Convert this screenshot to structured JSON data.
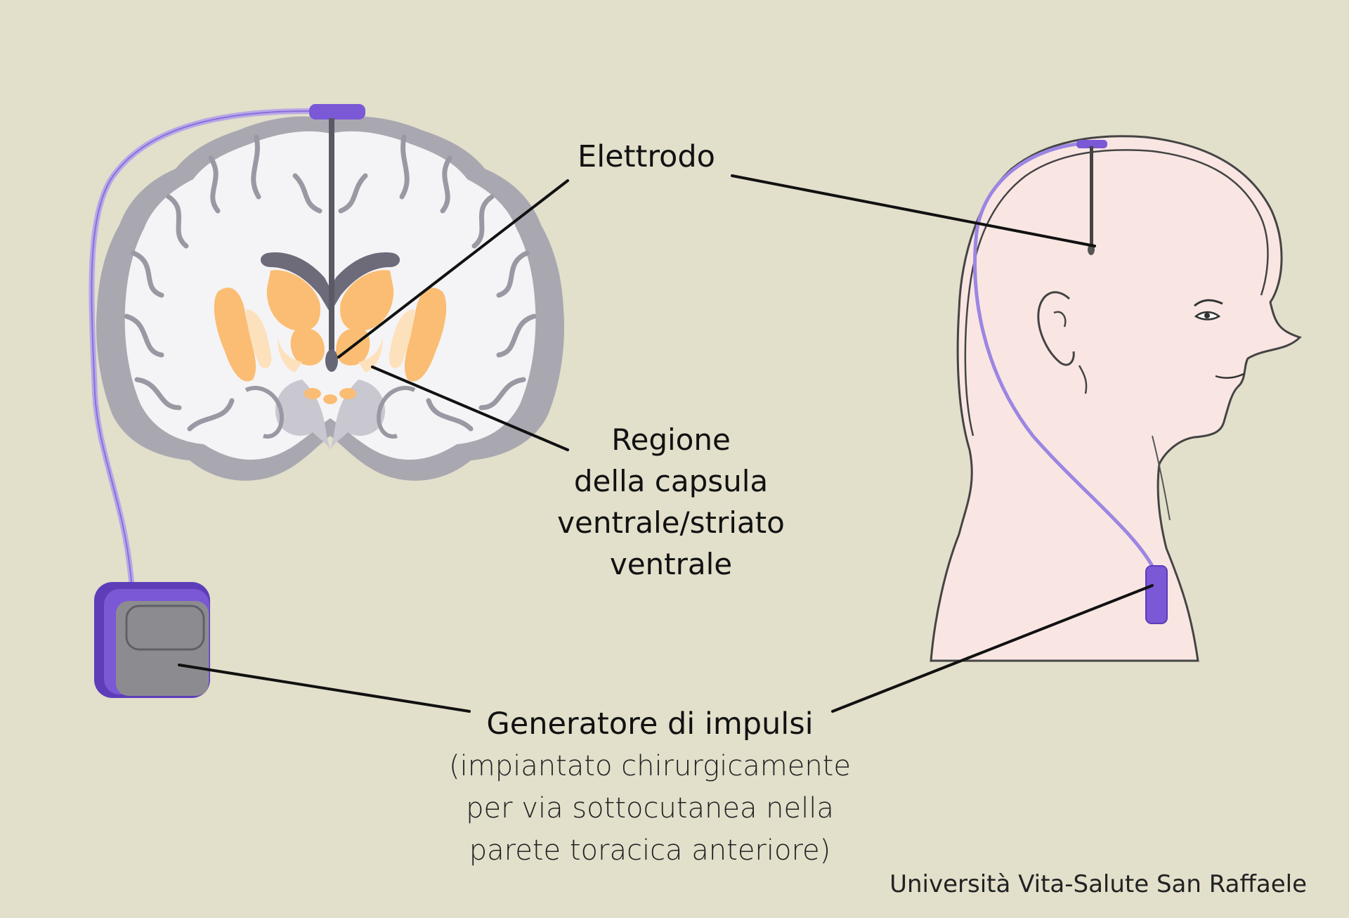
{
  "labels": {
    "electrode": "Elettrodo",
    "region": [
      "Regione",
      "della capsula",
      "ventrale/striato",
      "ventrale"
    ],
    "generator_title": "Generatore di impulsi",
    "generator_desc": [
      "(impiantato chirurgicamente",
      "per via sottocutanea nella",
      "parete toracica anteriore)"
    ]
  },
  "credit": "Università Vita-Salute San Raffaele",
  "colors": {
    "background": "#e2dfcb",
    "device_purple": "#7a58d6",
    "brain_white": "#f5f5f7",
    "brain_grey": "#a9a8b1",
    "nuclei_orange": "#fbbd73",
    "skin": "#f9e6e3",
    "generator_grey": "#8c8c90"
  }
}
